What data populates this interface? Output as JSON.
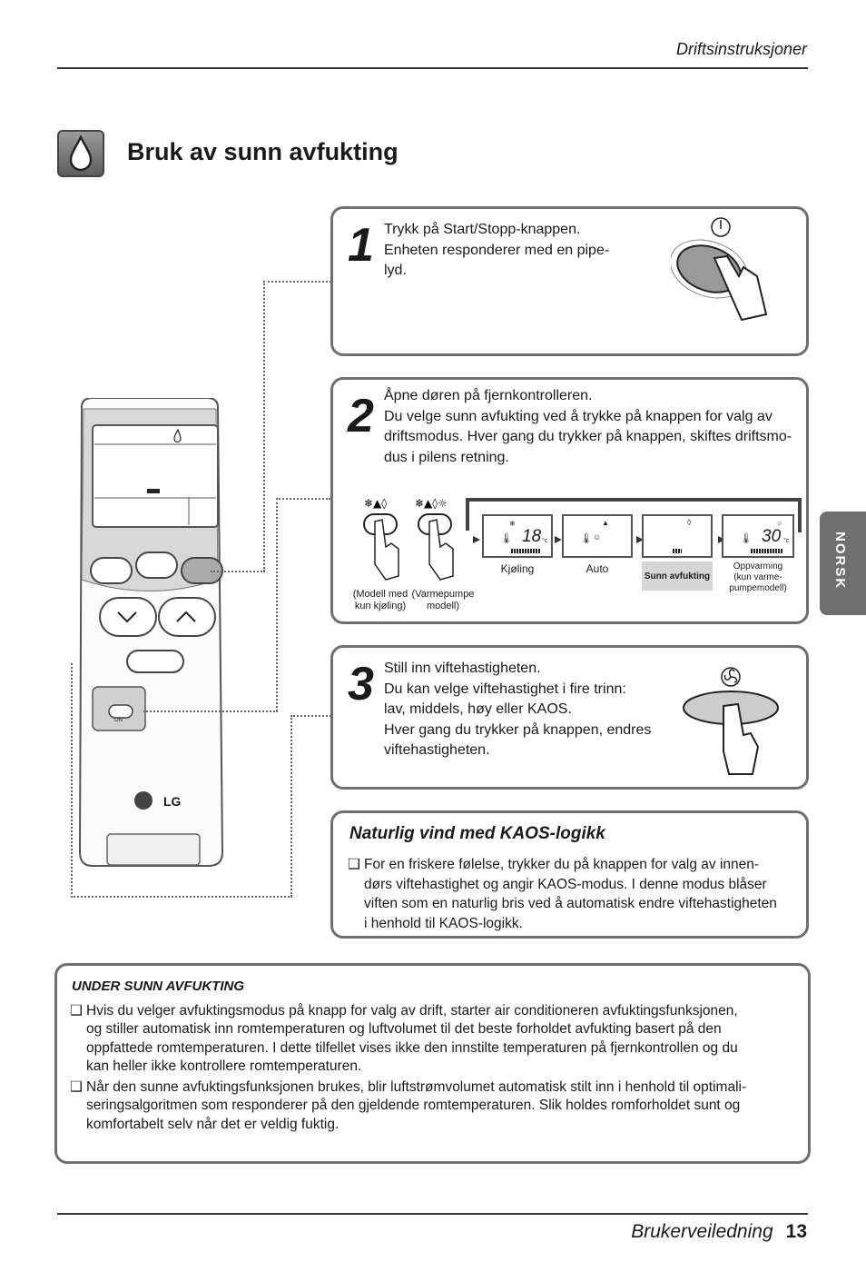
{
  "header": {
    "section": "Driftsinstruksjoner"
  },
  "title": {
    "text": "Bruk av sunn avfukting",
    "icon": "water-drop-icon"
  },
  "side_tab": {
    "label": "NORSK"
  },
  "steps": [
    {
      "number": "1",
      "lines": [
        "Trykk på Start/Stopp-knappen.",
        "Enheten responderer med en pipe-",
        "lyd."
      ]
    },
    {
      "number": "2",
      "lines": [
        "Åpne døren på fjernkontrolleren.",
        "Du velge sunn avfukting ved å trykke på knappen for valg av",
        "driftsmodus. Hver gang du trykker på knappen, skiftes driftsmo-",
        "dus i pilens retning."
      ]
    },
    {
      "number": "3",
      "lines": [
        "Still inn viftehastigheten.",
        "Du kan velge viftehastighet i fire trinn:",
        "lav, middels, høy eller KAOS.",
        "Hver gang du trykker på knappen, endres",
        "viftehastigheten."
      ]
    }
  ],
  "mode_buttons": [
    {
      "label_line1": "(Modell med",
      "label_line2": "kun kjøling)"
    },
    {
      "label_line1": "(Varmepumpe",
      "label_line2": "modell)"
    }
  ],
  "modes": [
    {
      "label": "Kjøling",
      "temp": "18"
    },
    {
      "label": "Auto",
      "temp": ""
    },
    {
      "label": "Sunn avfukting",
      "temp": ""
    },
    {
      "label_line1": "Oppvarming",
      "label_line2": "(kun varme-",
      "label_line3": "pumpemodell)",
      "temp": "30"
    }
  ],
  "temp_unit": "°c",
  "remote": {
    "brand": "LG",
    "on_label": "ON"
  },
  "kaos": {
    "title": "Naturlig vind med KAOS-logikk",
    "lines": [
      "For en friskere følelse, trykker du på knappen for valg av innen-",
      "dørs viftehastighet og angir KAOS-modus. I denne modus blåser",
      "viften som en naturlig bris ved å automatisk endre viftehastigheten",
      "i henhold til KAOS-logikk."
    ]
  },
  "under": {
    "title": "UNDER SUNN AVFUKTING",
    "bullets": [
      [
        "Hvis du velger avfuktingsmodus på knapp for valg av drift, starter air conditioneren avfuktingsfunksjonen,",
        "og stiller automatisk inn romtemperaturen og luftvolumet til det beste forholdet avfukting basert på den",
        "oppfattede romtemperaturen. I dette tilfellet vises ikke den innstilte temperaturen på fjernkontrollen og du",
        "kan heller ikke kontrollere romtemperaturen."
      ],
      [
        "Når den sunne avfuktingsfunksjonen brukes, blir luftstrømvolumet automatisk stilt inn i henhold til optimali-",
        "seringsalgoritmen som responderer på den gjeldende romtemperaturen. Slik holdes romforholdet sunt og",
        "komfortabelt selv når det er veldig fuktig."
      ]
    ]
  },
  "footer": {
    "label": "Brukerveiledning",
    "page": "13"
  }
}
